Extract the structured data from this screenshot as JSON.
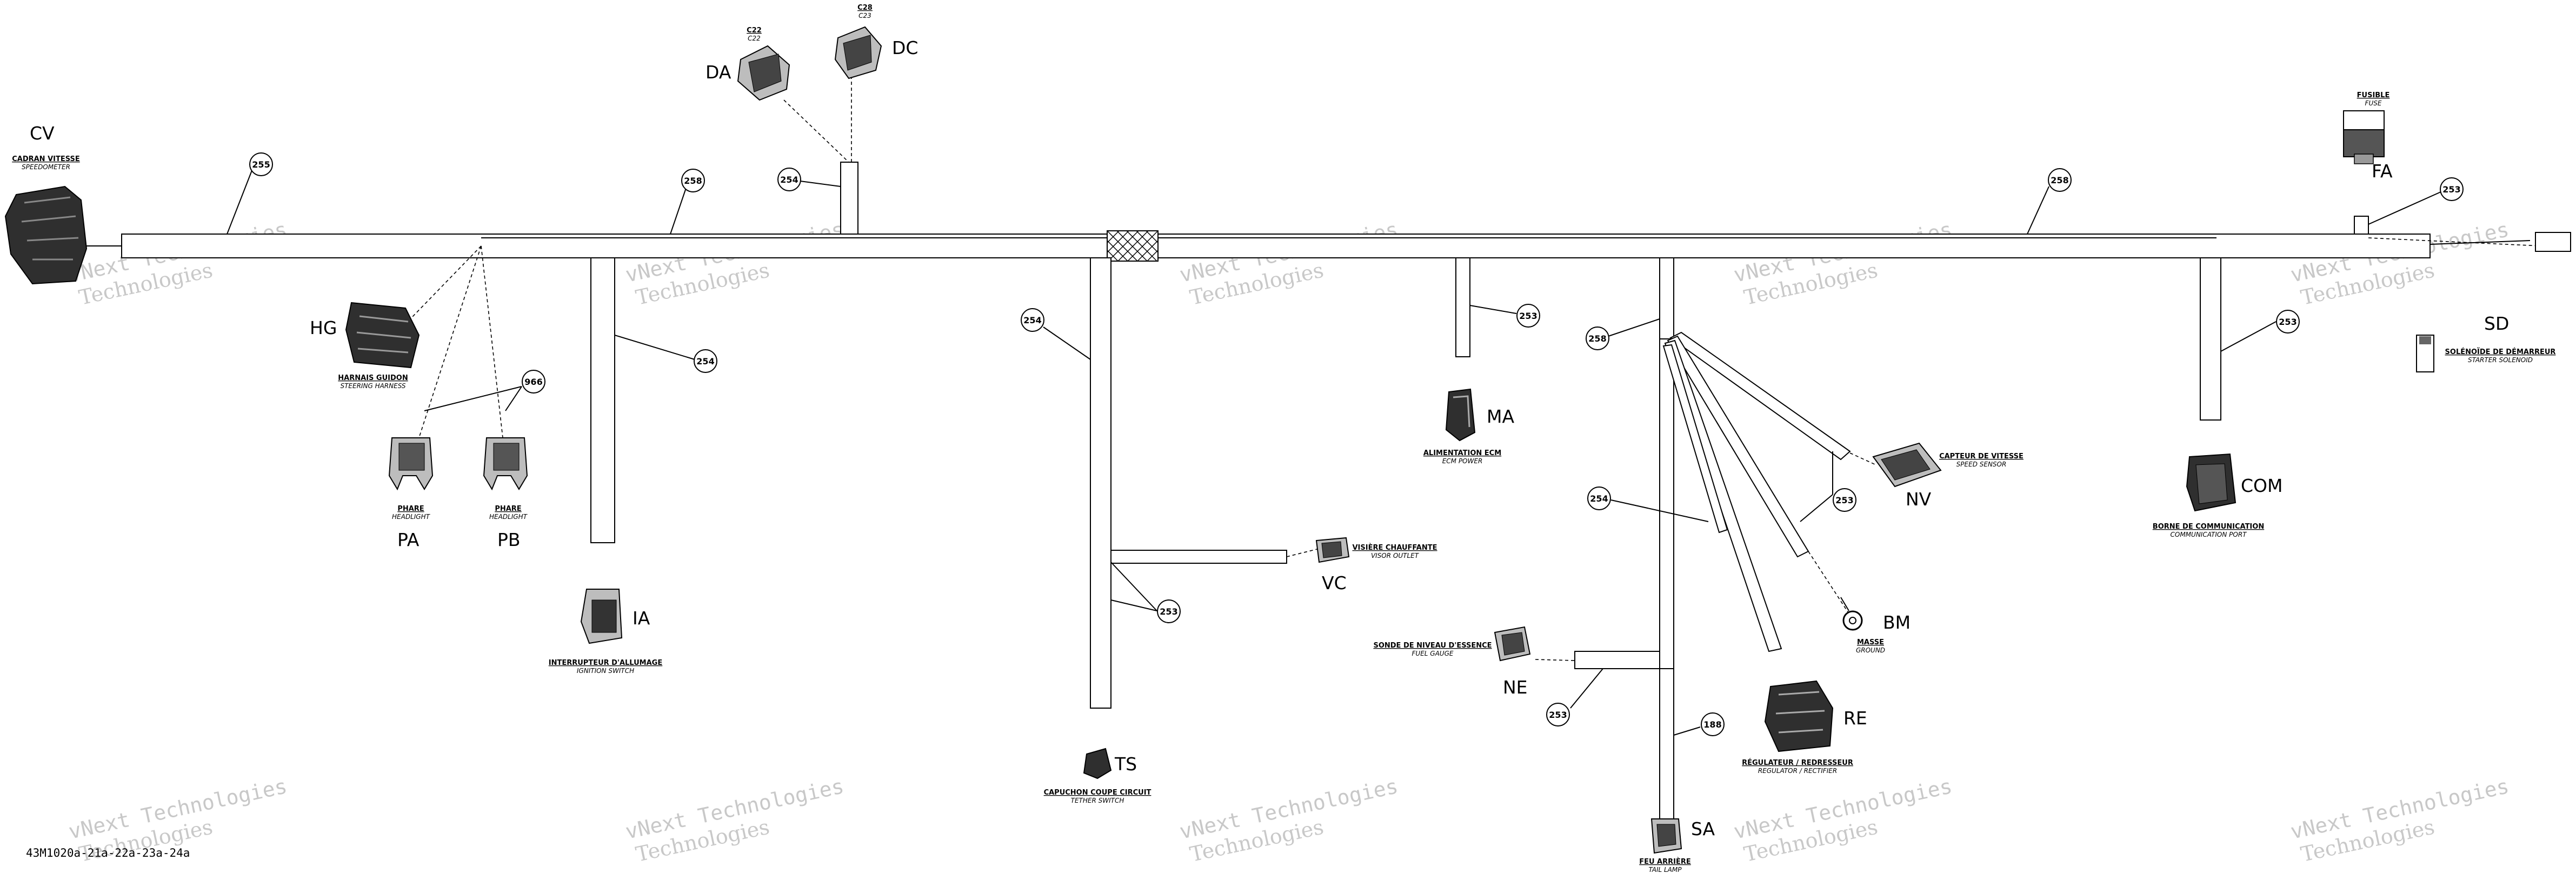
{
  "diagram": {
    "reference": "43M1020a-21a-22a-23a-24a",
    "watermark": {
      "line1": "vNext Technologies",
      "line2": "Technologies",
      "line3": "vNext"
    },
    "components": {
      "CV": {
        "code": "CV",
        "label_fr": "CADRAN VITESSE",
        "label_en": "SPEEDOMETER"
      },
      "HG": {
        "code": "HG",
        "label_fr": "HARNAIS GUIDON",
        "label_en": "STEERING HARNESS"
      },
      "PA": {
        "code": "PA",
        "label_fr": "PHARE",
        "label_en": "HEADLIGHT"
      },
      "PB": {
        "code": "PB",
        "label_fr": "PHARE",
        "label_en": "HEADLIGHT"
      },
      "IA": {
        "code": "IA",
        "label_fr": "INTERRUPTEUR D'ALLUMAGE",
        "label_en": "IGNITION SWITCH"
      },
      "DA": {
        "code": "DA",
        "label_fr": "C22",
        "label_en": "C22"
      },
      "DC": {
        "code": "DC",
        "label_fr": "C28",
        "label_en": "C23"
      },
      "TS": {
        "code": "TS",
        "label_fr": "CAPUCHON COUPE CIRCUIT",
        "label_en": "TETHER SWITCH"
      },
      "VC": {
        "code": "VC",
        "label_fr": "VISIÈRE CHAUFFANTE",
        "label_en": "VISOR OUTLET"
      },
      "MA": {
        "code": "MA",
        "label_fr": "ALIMENTATION ECM",
        "label_en": "ECM POWER"
      },
      "NE": {
        "code": "NE",
        "label_fr": "SONDE DE NIVEAU D'ESSENCE",
        "label_en": "FUEL GAUGE"
      },
      "SA": {
        "code": "SA",
        "label_fr": "FEU ARRIÈRE",
        "label_en": "TAIL LAMP"
      },
      "RE": {
        "code": "RE",
        "label_fr": "RÉGULATEUR / REDRESSEUR",
        "label_en": "REGULATOR / RECTIFIER"
      },
      "BM": {
        "code": "BM",
        "label_fr": "MASSE",
        "label_en": "GROUND"
      },
      "NV": {
        "code": "NV",
        "label_fr": "CAPTEUR DE VITESSE",
        "label_en": "SPEED SENSOR"
      },
      "COM": {
        "code": "COM",
        "label_fr": "BORNE DE COMMUNICATION",
        "label_en": "COMMUNICATION PORT"
      },
      "FA": {
        "code": "FA",
        "label_fr": "FUSIBLE",
        "label_en": "FUSE"
      },
      "SD": {
        "code": "SD",
        "label_fr": "SOLÉNOÏDE DE DÉMARREUR",
        "label_en": "STARTER SOLENOID"
      }
    },
    "callouts": {
      "c255": "255",
      "c258": "258",
      "c254": "254",
      "c253": "253",
      "c966": "966",
      "c188": "188"
    }
  }
}
